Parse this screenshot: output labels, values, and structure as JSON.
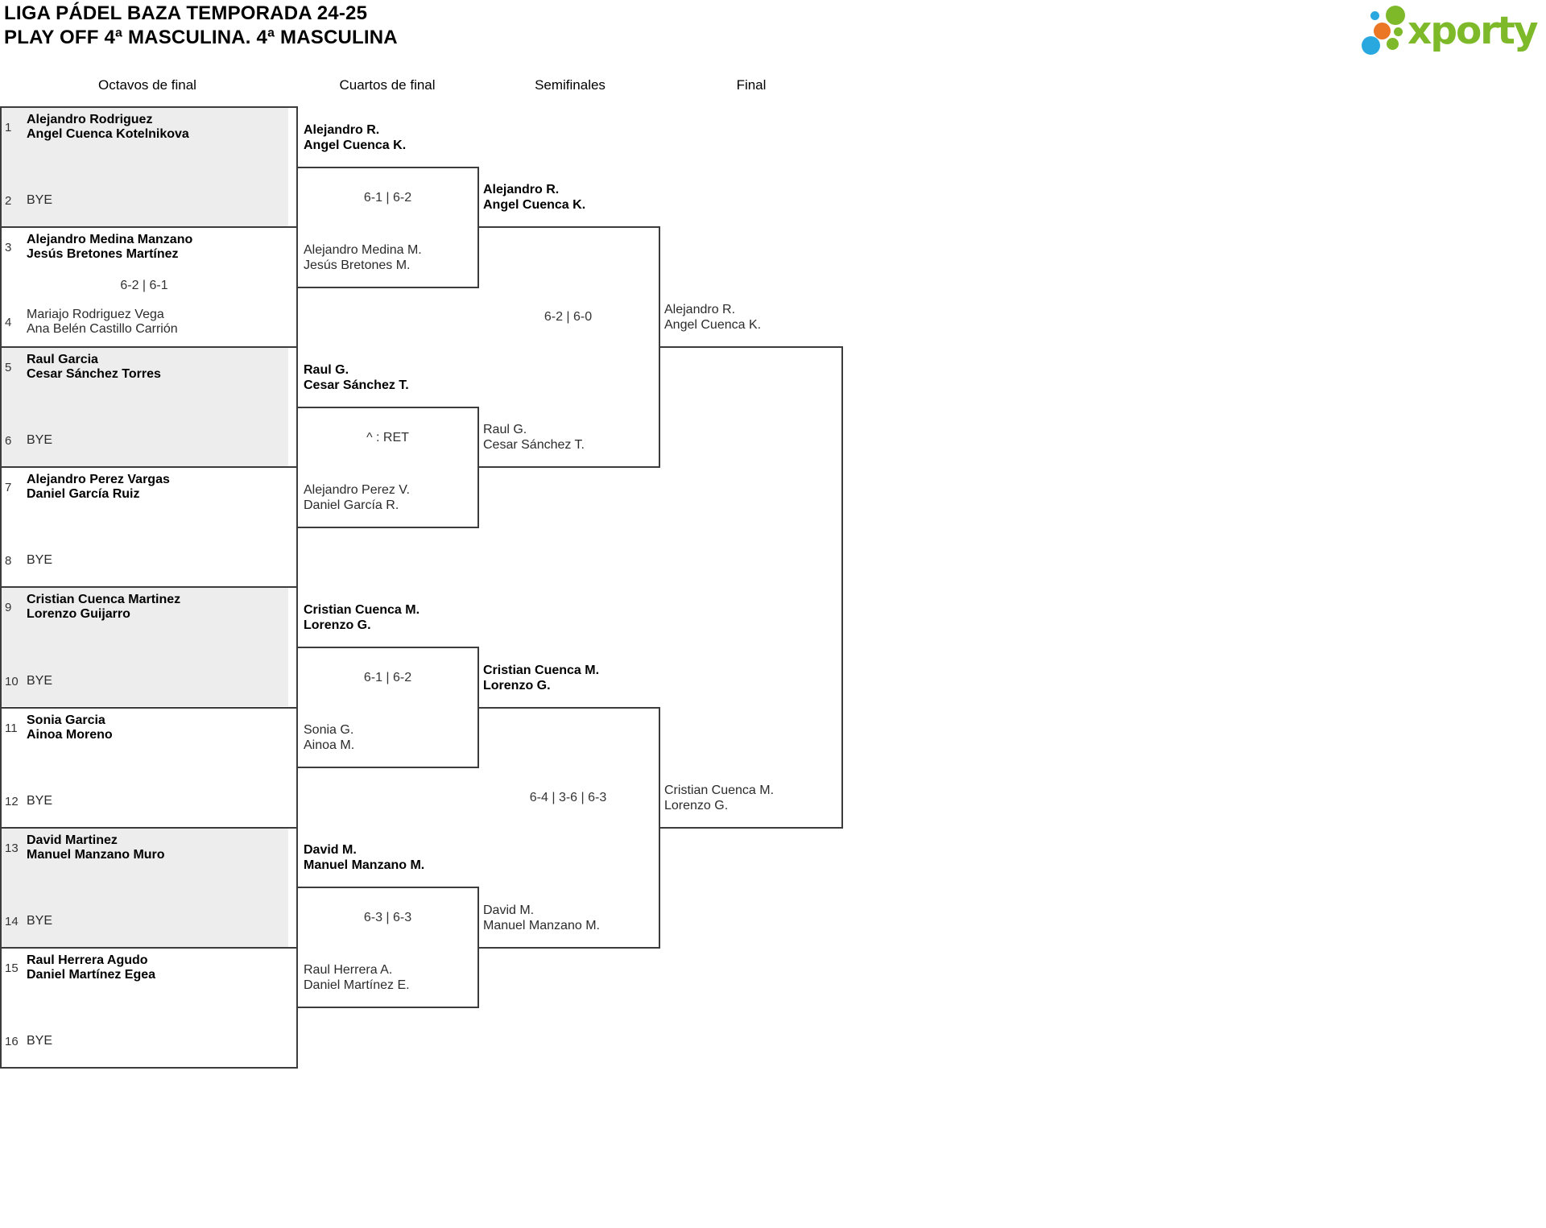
{
  "page": {
    "title_line1": "LIGA PÁDEL BAZA TEMPORADA 24-25",
    "title_line2": "PLAY OFF 4ª MASCULINA. 4ª MASCULINA"
  },
  "logo": {
    "text": "xporty",
    "green": "#7DB928",
    "blue": "#29A8E0",
    "orange": "#EB7624"
  },
  "bracket": {
    "round_headers": [
      "Octavos de final",
      "Cuartos de final",
      "Semifinales",
      "Final"
    ],
    "line_color": "#3C3C3C",
    "shaded_fill": "#EDEDED",
    "octavos": [
      {
        "shaded": true,
        "score": "",
        "top": {
          "seed": "1",
          "lines": [
            "Alejandro Rodriguez",
            "Angel Cuenca Kotelnikova"
          ],
          "bold": true
        },
        "bottom": {
          "seed": "2",
          "lines": [
            "BYE"
          ],
          "bold": false
        }
      },
      {
        "shaded": false,
        "score": "6-2 | 6-1",
        "top": {
          "seed": "3",
          "lines": [
            "Alejandro Medina Manzano",
            "Jesús Bretones Martínez"
          ],
          "bold": true
        },
        "bottom": {
          "seed": "4",
          "lines": [
            "Mariajo Rodriguez Vega",
            "Ana Belén Castillo Carrión"
          ],
          "bold": false
        }
      },
      {
        "shaded": true,
        "score": "",
        "top": {
          "seed": "5",
          "lines": [
            "Raul Garcia",
            "Cesar Sánchez Torres"
          ],
          "bold": true
        },
        "bottom": {
          "seed": "6",
          "lines": [
            "BYE"
          ],
          "bold": false
        }
      },
      {
        "shaded": false,
        "score": "",
        "top": {
          "seed": "7",
          "lines": [
            "Alejandro Perez Vargas",
            "Daniel García Ruiz"
          ],
          "bold": true
        },
        "bottom": {
          "seed": "8",
          "lines": [
            "BYE"
          ],
          "bold": false
        }
      },
      {
        "shaded": true,
        "score": "",
        "top": {
          "seed": "9",
          "lines": [
            "Cristian Cuenca Martinez",
            "Lorenzo Guijarro"
          ],
          "bold": true
        },
        "bottom": {
          "seed": "10",
          "lines": [
            "BYE"
          ],
          "bold": false
        }
      },
      {
        "shaded": false,
        "score": "",
        "top": {
          "seed": "11",
          "lines": [
            "Sonia Garcia",
            "Ainoa Moreno"
          ],
          "bold": true
        },
        "bottom": {
          "seed": "12",
          "lines": [
            "BYE"
          ],
          "bold": false
        }
      },
      {
        "shaded": true,
        "score": "",
        "top": {
          "seed": "13",
          "lines": [
            "David Martinez",
            "Manuel Manzano Muro"
          ],
          "bold": true
        },
        "bottom": {
          "seed": "14",
          "lines": [
            "BYE"
          ],
          "bold": false
        }
      },
      {
        "shaded": false,
        "score": "",
        "top": {
          "seed": "15",
          "lines": [
            "Raul Herrera Agudo",
            "Daniel Martínez Egea"
          ],
          "bold": true
        },
        "bottom": {
          "seed": "16",
          "lines": [
            "BYE"
          ],
          "bold": false
        }
      }
    ],
    "cuartos": [
      {
        "winner": [
          "Alejandro R.",
          "Angel Cuenca K."
        ],
        "score": "6-1 | 6-2",
        "loser": [
          "Alejandro Medina M.",
          "Jesús Bretones M."
        ]
      },
      {
        "winner": [
          "Raul G.",
          "Cesar Sánchez T."
        ],
        "score": "^ : RET",
        "loser": [
          "Alejandro Perez V.",
          "Daniel García R."
        ]
      },
      {
        "winner": [
          "Cristian Cuenca M.",
          "Lorenzo G."
        ],
        "score": "6-1 | 6-2",
        "loser": [
          "Sonia G.",
          "Ainoa M."
        ]
      },
      {
        "winner": [
          "David M.",
          "Manuel Manzano M."
        ],
        "score": "6-3 | 6-3",
        "loser": [
          "Raul Herrera A.",
          "Daniel Martínez E."
        ]
      }
    ],
    "semifinales": [
      {
        "winner": [
          "Alejandro R.",
          "Angel Cuenca K."
        ],
        "score": "6-2 | 6-0",
        "loser": [
          "Raul G.",
          "Cesar Sánchez T."
        ]
      },
      {
        "winner": [
          "Cristian Cuenca M.",
          "Lorenzo G."
        ],
        "score": "6-4 | 3-6 | 6-3",
        "loser": [
          "David M.",
          "Manuel Manzano M."
        ]
      }
    ],
    "final": {
      "top": [
        "Alejandro R.",
        "Angel Cuenca K."
      ],
      "bottom": [
        "Cristian Cuenca M.",
        "Lorenzo G."
      ],
      "score": ""
    }
  }
}
